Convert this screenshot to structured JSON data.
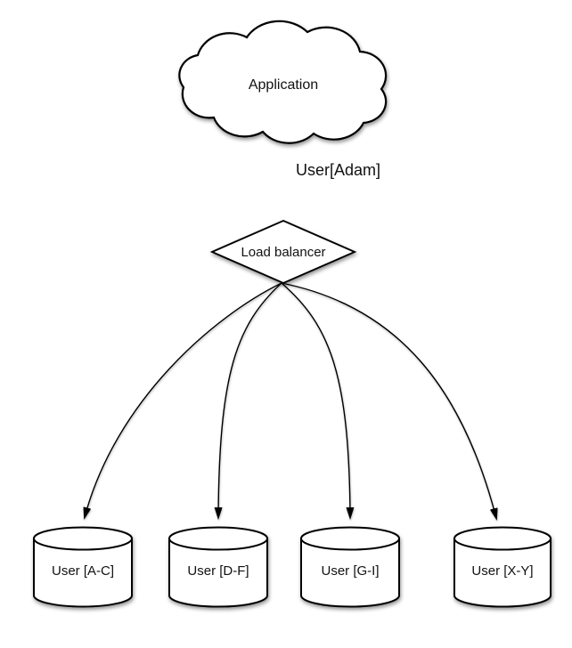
{
  "diagram": {
    "background_color": "#ffffff",
    "stroke_color": "#000000",
    "text_color": "#111111",
    "cloud": {
      "label": "Application"
    },
    "flow": {
      "label": "User[Adam]"
    },
    "balancer": {
      "label": "Load balancer"
    },
    "databases": [
      {
        "label": "User [A-C]"
      },
      {
        "label": "User [D-F]"
      },
      {
        "label": "User [G-I]"
      },
      {
        "label": "User [X-Y]"
      }
    ]
  }
}
